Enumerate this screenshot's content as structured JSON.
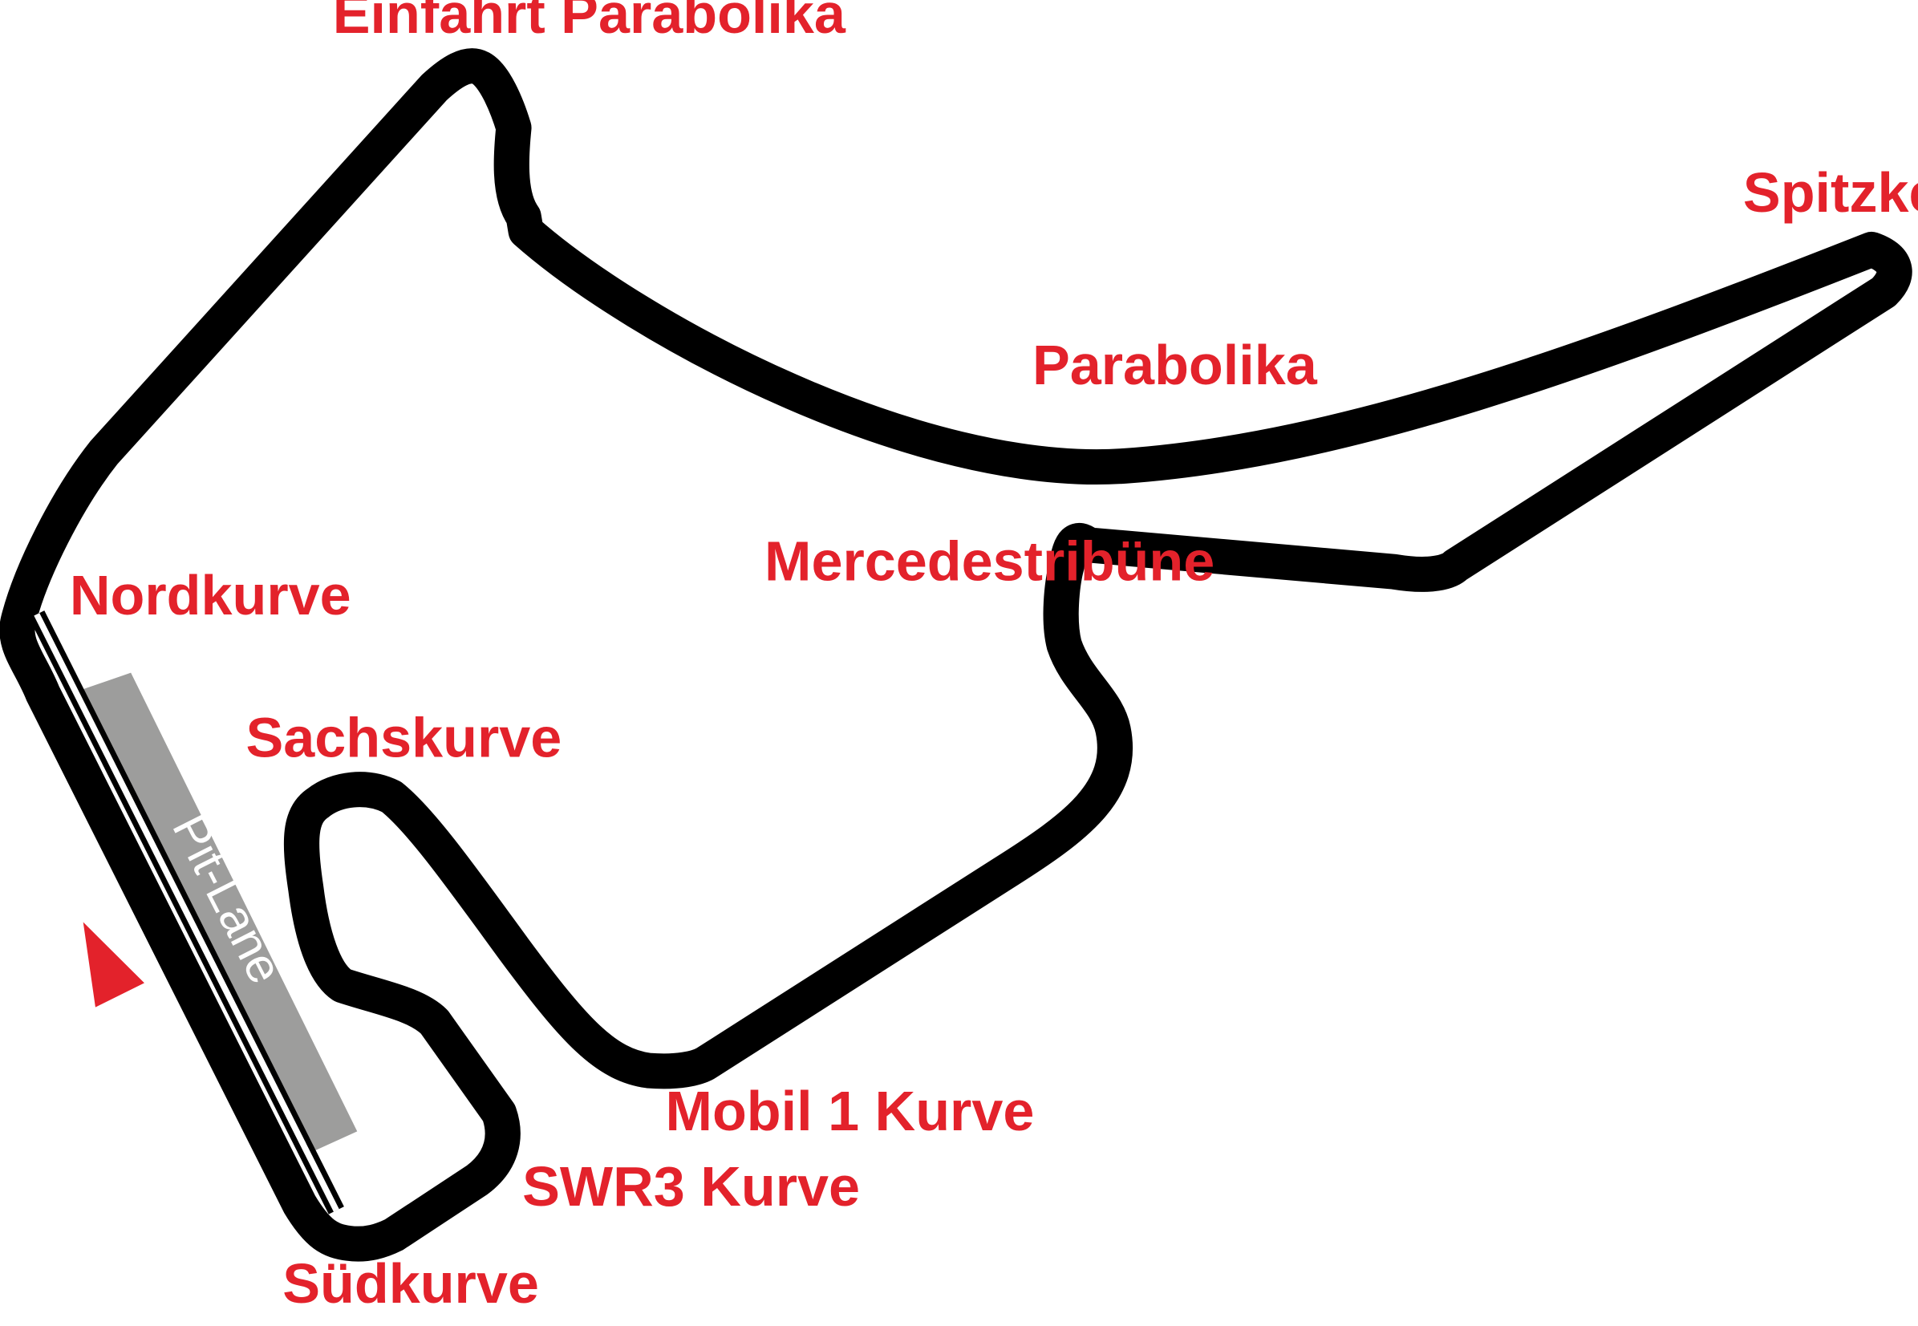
{
  "map": {
    "labels": {
      "einfahrt_parabolika": "Einfahrt Parabolika",
      "spitzkehre": "Spitzkehre",
      "parabolika": "Parabolika",
      "mercedestribune": "Mercedestribüne",
      "nordkurve": "Nordkurve",
      "sachskurve": "Sachskurve",
      "mobil1_kurve": "Mobil 1 Kurve",
      "swr3_kurve": "SWR3 Kurve",
      "sudkurve": "Südkurve",
      "pit_lane": "Pit-Lane"
    },
    "colors": {
      "track": "#000000",
      "label": "#e3222b",
      "pit_lane": "#9d9d9c",
      "pit_text": "#ffffff",
      "direction_marker": "#e3222b",
      "background": "#ffffff"
    }
  }
}
